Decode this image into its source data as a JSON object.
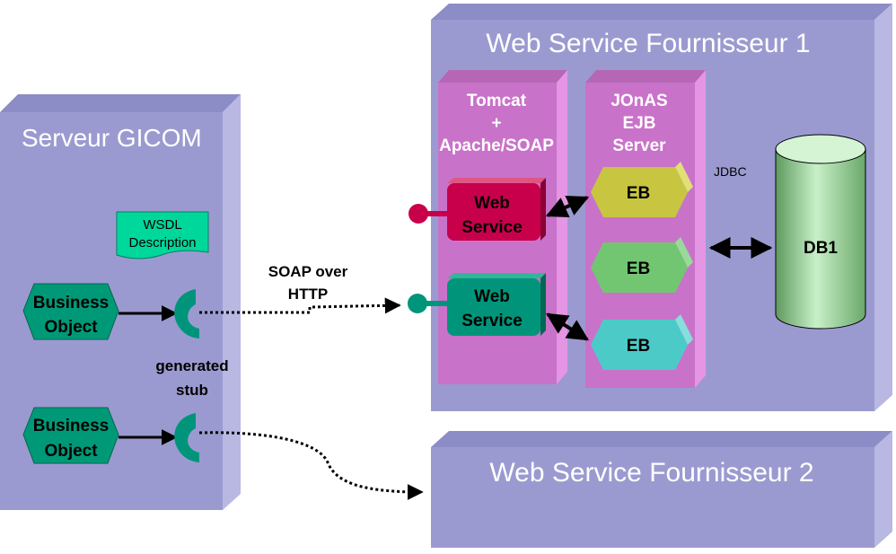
{
  "gicom": {
    "title": "Serveur GICOM"
  },
  "wsdl": {
    "line1": "WSDL",
    "line2": "Description"
  },
  "business_objects": [
    {
      "line1": "Business",
      "line2": "Object"
    },
    {
      "line1": "Business",
      "line2": "Object"
    }
  ],
  "stub_label": {
    "line1": "generated",
    "line2": "stub"
  },
  "soap_label": {
    "line1": "SOAP over",
    "line2": "HTTP"
  },
  "provider1": {
    "title": "Web Service Fournisseur 1",
    "tomcat": {
      "line1": "Tomcat",
      "line2": "+",
      "line3": "Apache/SOAP"
    },
    "jonas": {
      "line1": "JOnAS",
      "line2": "EJB",
      "line3": "Server"
    },
    "web_services": [
      {
        "line1": "Web",
        "line2": "Service"
      },
      {
        "line1": "Web",
        "line2": "Service"
      }
    ],
    "ebs": [
      "EB",
      "EB",
      "EB"
    ],
    "jdbc_label": "JDBC",
    "db_label": "DB1"
  },
  "provider2": {
    "title": "Web Service Fournisseur 2"
  },
  "colors": {
    "server_box": "#9b9ad0",
    "server_side": "#b8b8e2",
    "server_top": "#8c8cc6",
    "tomcat": "#c972c9",
    "tomcat_side": "#e495e4",
    "web_service_1": "#c8004c",
    "web_service_2": "#00957a",
    "business_object": "#009977",
    "wsdl": "#00d79a",
    "eb_1": "#c8c640",
    "eb_2": "#72c672",
    "eb_3": "#4ccac8",
    "db": "#b4e6b4"
  }
}
